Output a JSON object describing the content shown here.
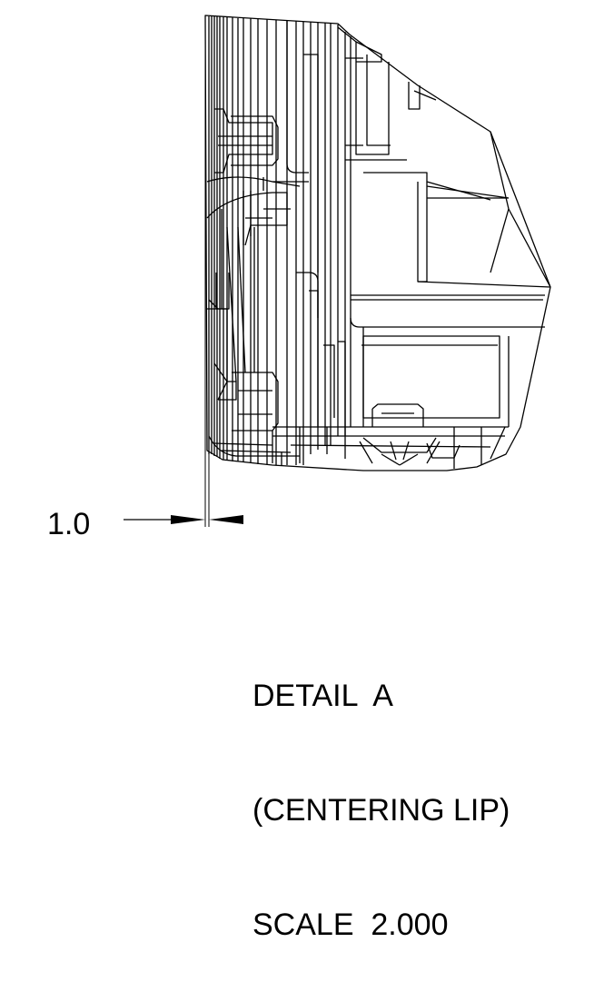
{
  "dimension": {
    "value_label": "1.0"
  },
  "detail": {
    "title": "DETAIL  A",
    "subtitle": "(CENTERING LIP)",
    "scale_label": "SCALE  2.000"
  },
  "colors": {
    "line": "#000000",
    "background": "#ffffff"
  }
}
